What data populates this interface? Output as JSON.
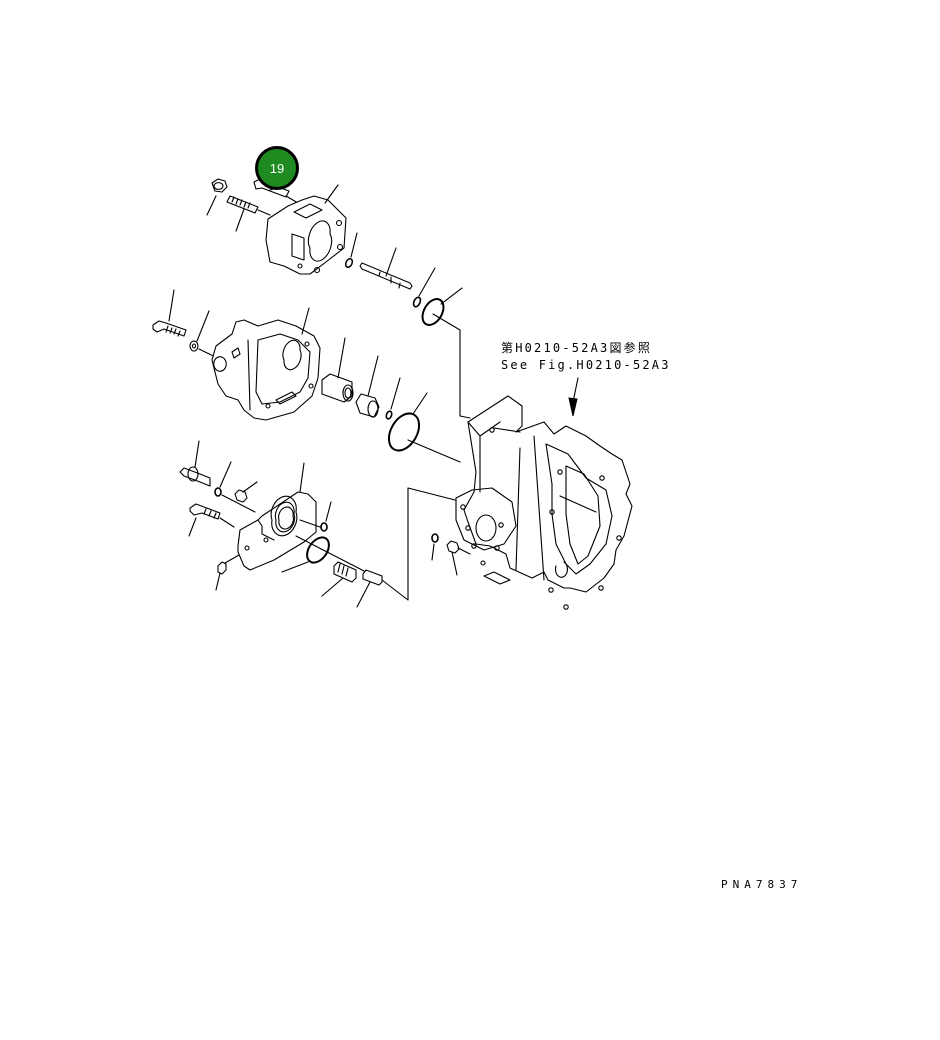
{
  "diagram": {
    "title": "Exploded parts view - hydraulic pump assembly",
    "reference_note": {
      "japanese": "第H0210-52A3図参照",
      "english": "See Fig.H0210-52A3"
    },
    "drawing_id": "PNA7837",
    "callout_badge": {
      "label": "19",
      "fill_color": "#1f8a1f",
      "ring_color": "#000000"
    },
    "groups": [
      {
        "name": "upper-cover-group",
        "parts": [
          "nut",
          "stud-bolt",
          "bolt-19",
          "pump-cover",
          "small-o-ring",
          "shaft",
          "small-o-ring-2",
          "large-o-ring"
        ]
      },
      {
        "name": "middle-pump-group",
        "parts": [
          "bolt",
          "washer",
          "gear-pump-body",
          "bushing",
          "bearing",
          "small-o-ring",
          "large-o-ring"
        ]
      },
      {
        "name": "lower-valve-group",
        "parts": [
          "union-bolt",
          "o-ring",
          "plug",
          "bolt",
          "nipple",
          "valve-body",
          "o-ring",
          "large-o-ring",
          "spring",
          "pin"
        ]
      },
      {
        "name": "main-housing-group",
        "parts": [
          "housing",
          "o-ring",
          "plug"
        ]
      }
    ],
    "colors": {
      "line": "#000000",
      "background": "#ffffff"
    }
  }
}
